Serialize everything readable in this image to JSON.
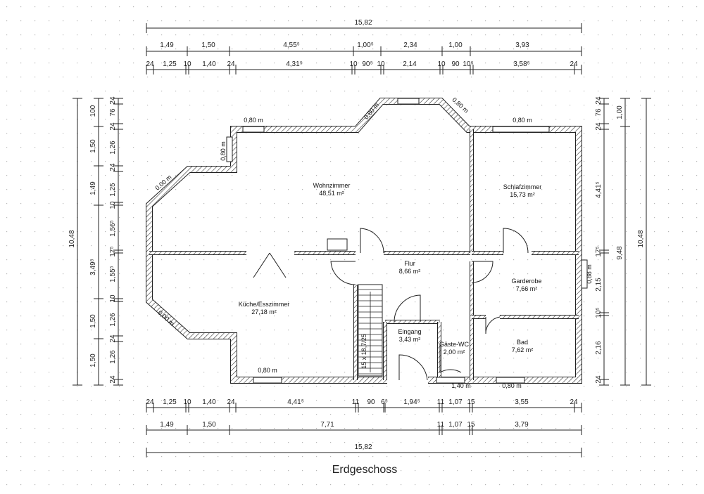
{
  "title": "Erdgeschoss",
  "rooms": [
    {
      "name": "Wohnzimmer",
      "area": "48,51 m²"
    },
    {
      "name": "Schlafzimmer",
      "area": "15,73 m²"
    },
    {
      "name": "Flur",
      "area": "8,66 m²"
    },
    {
      "name": "Garderobe",
      "area": "7,66 m²"
    },
    {
      "name": "Küche/Esszimmer",
      "area": "27,18 m²"
    },
    {
      "name": "Eingang",
      "area": "3,43 m²"
    },
    {
      "name": "Gäste-WC",
      "area": "2,00 m²"
    },
    {
      "name": "Bad",
      "area": "7,62 m²"
    }
  ],
  "windows": [
    "0,80 m",
    "0,80 m",
    "0,00 m",
    "0,80 m",
    "0,80 m",
    "0,80 m",
    "0,88 m",
    "0,00 m",
    "0,80 m",
    "1,40 m",
    "0,80 m"
  ],
  "stair_label": "15 x 18,7/25",
  "dimensions": {
    "top": {
      "overall": "15,82",
      "row2": [
        "1,49",
        "1,50",
        "4,55⁵",
        "1,00⁵",
        "2,34",
        "1,00",
        "3,93"
      ],
      "row3": [
        "24",
        "1,25",
        "10",
        "1,40",
        "24",
        "4,31⁵",
        "10",
        "90⁵",
        "10",
        "2,14",
        "10",
        "90",
        "10⁵",
        "3,58⁵",
        "24"
      ]
    },
    "bottom": {
      "row1": [
        "24",
        "1,25",
        "10",
        "1,40",
        "24",
        "4,41⁵",
        "11",
        "90",
        "6⁵",
        "1,94⁵",
        "11",
        "1,07",
        "15",
        "3,55",
        "24"
      ],
      "row2": [
        "1,49",
        "1,50",
        "7,71",
        "11",
        "1,07",
        "15",
        "3,79"
      ],
      "overall": "15,82"
    },
    "left": {
      "overall": "10,48",
      "middle": [
        "100",
        "1,50",
        "1,49",
        "3,49⁵",
        "1,50",
        "1,50"
      ],
      "inner": [
        "24",
        "76",
        "24",
        "1,26",
        "24",
        "1,25",
        "10",
        "1,56⁵",
        "17⁵",
        "1,55⁵",
        "10",
        "1,26",
        "24",
        "1,26",
        "24"
      ]
    },
    "right": {
      "inner": [
        "24",
        "76",
        "24",
        "4,41⁵",
        "17⁵",
        "2,15",
        "10⁵",
        "2,16",
        "24"
      ],
      "middle": [
        "1,00",
        "9,48"
      ],
      "overall": "10,48"
    }
  }
}
